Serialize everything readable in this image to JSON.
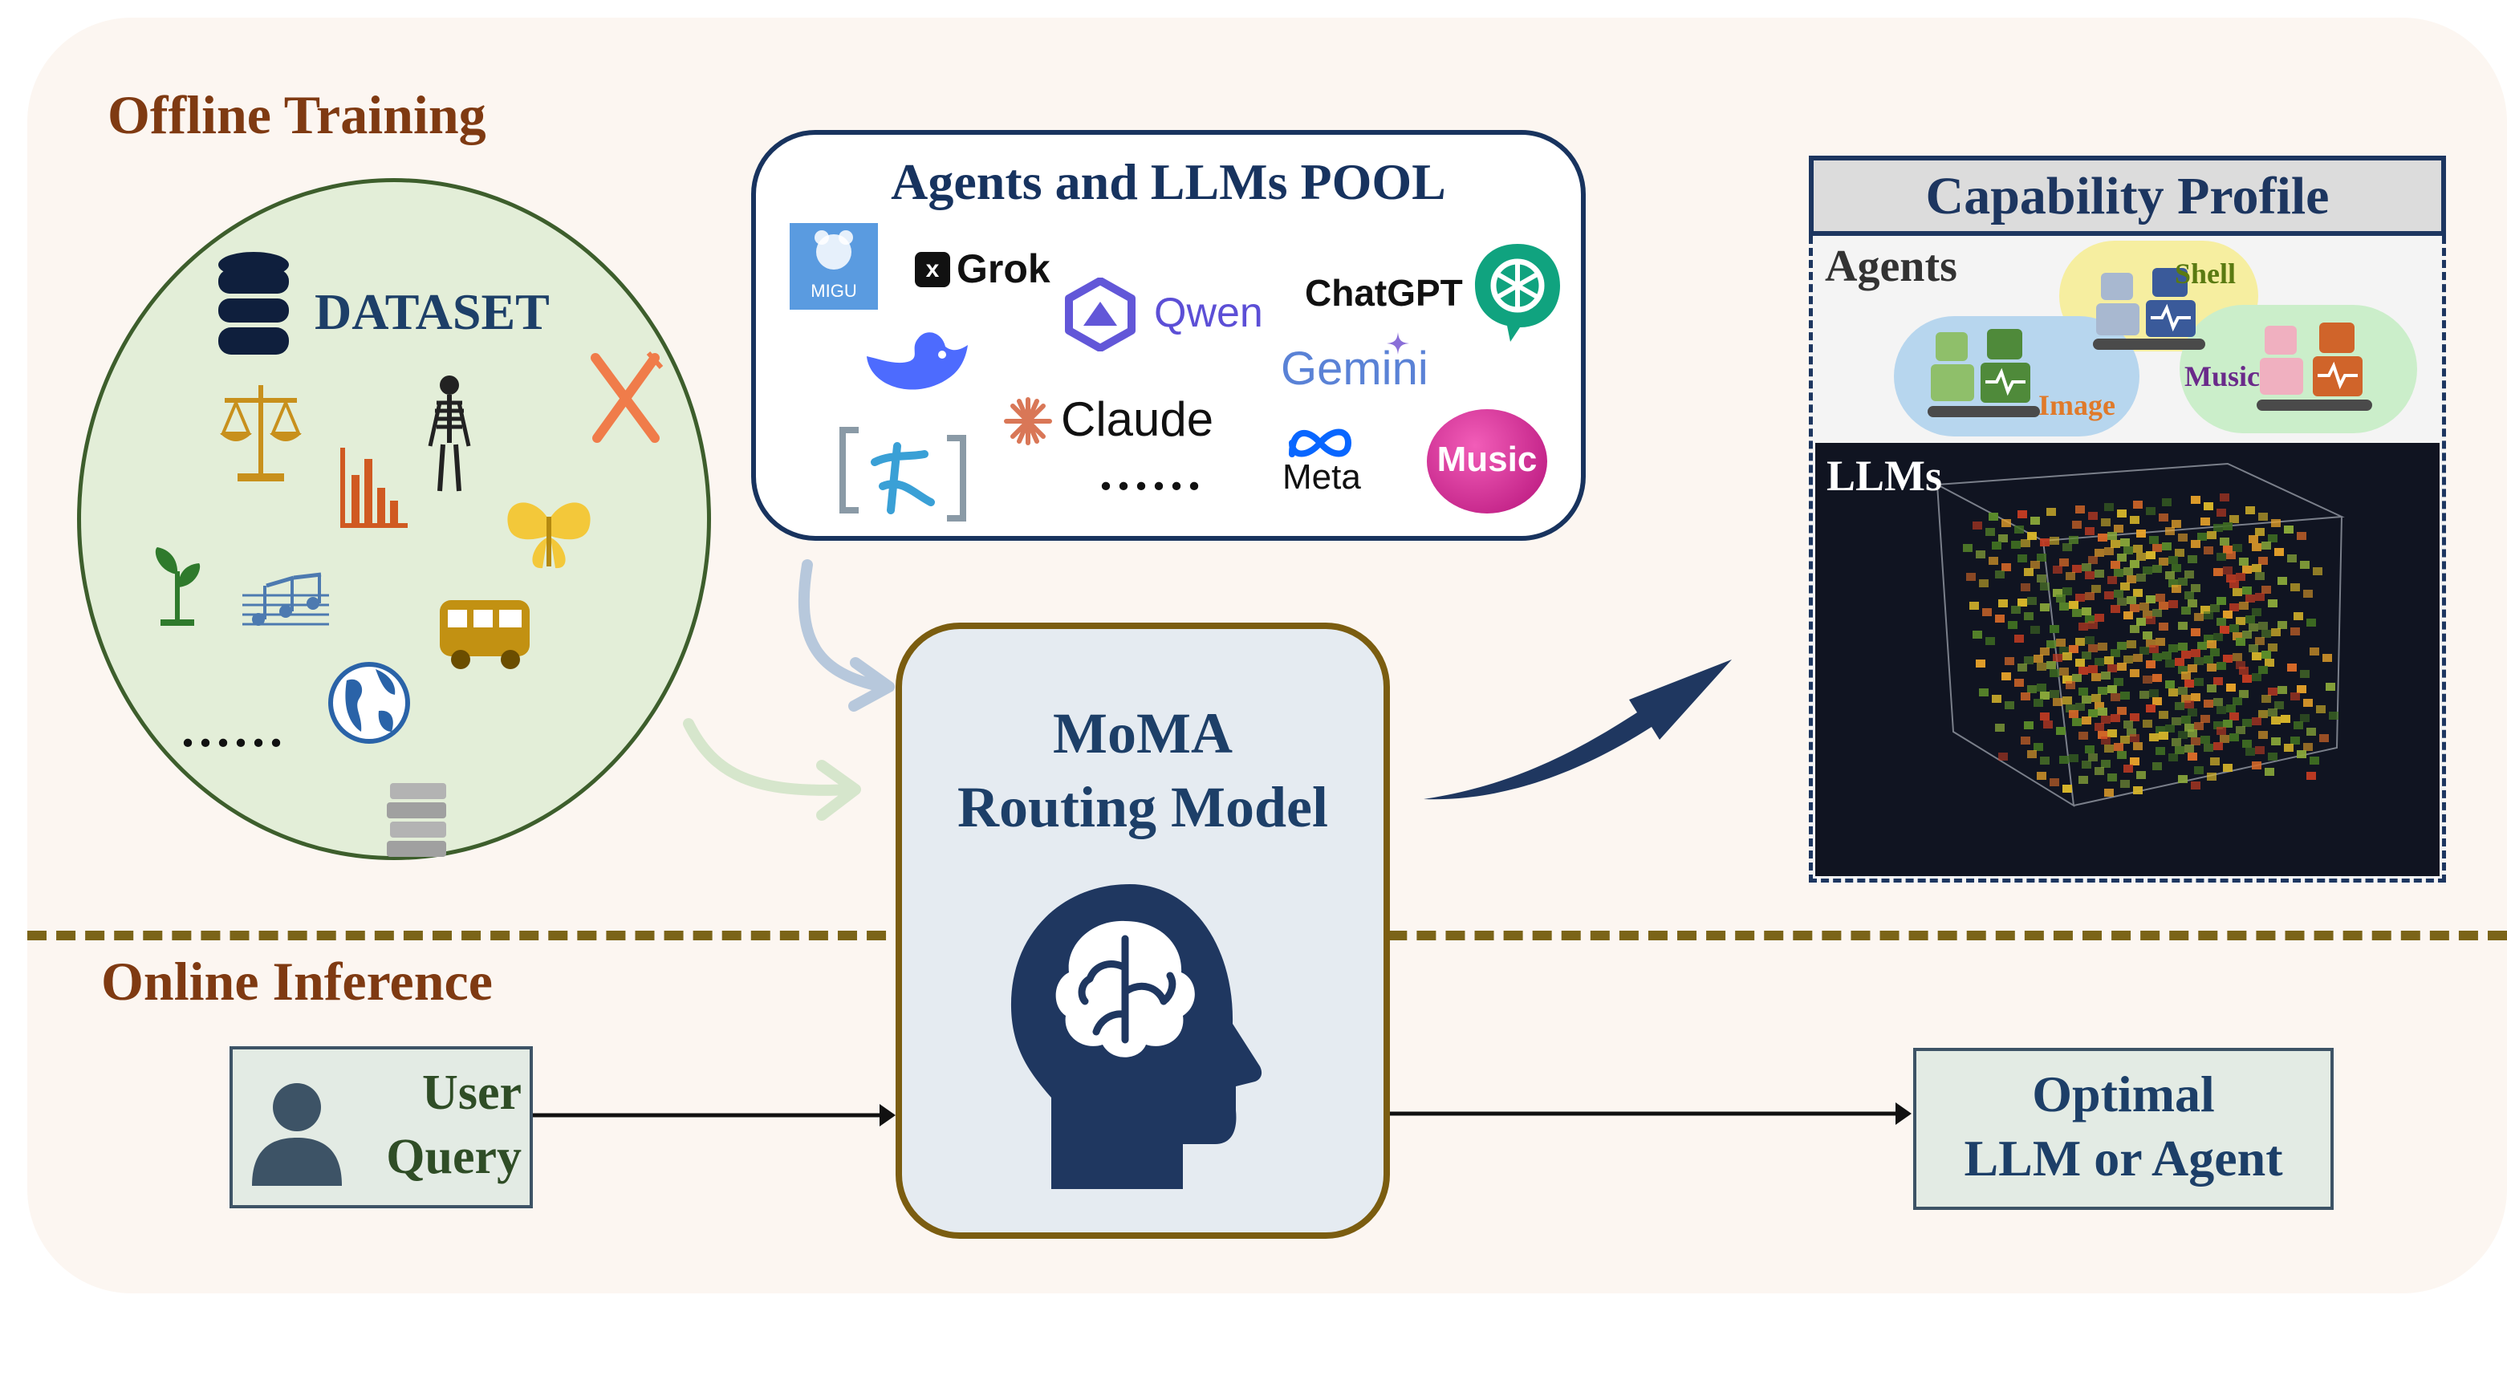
{
  "sections": {
    "offline": "Offline Training",
    "online": "Online Inference"
  },
  "dataset": {
    "label": "DATASET",
    "ellipsis": "......"
  },
  "pool": {
    "title": "Agents and LLMs POOL",
    "logos": {
      "migu": "MIGU",
      "grok": "Grok",
      "qwen": "Qwen",
      "chatgpt": "ChatGPT",
      "gemini": "Gemini",
      "claude": "Claude",
      "meta": "Meta",
      "music": "Music",
      "ellipsis": "......"
    }
  },
  "capability": {
    "title": "Capability Profile",
    "agents_label": "Agents",
    "llms_label": "LLMs",
    "agent_tags": [
      "Shell",
      "Image",
      "Music"
    ]
  },
  "router": {
    "line1": "MoMA",
    "line2": "Routing Model"
  },
  "query": {
    "line1": "User",
    "line2": "Query"
  },
  "output": {
    "line1": "Optimal",
    "line2": "LLM or Agent"
  },
  "colors": {
    "accent_brown": "#7f3a12",
    "navy": "#1d3f68",
    "dataset_green": "#e3eed8"
  }
}
